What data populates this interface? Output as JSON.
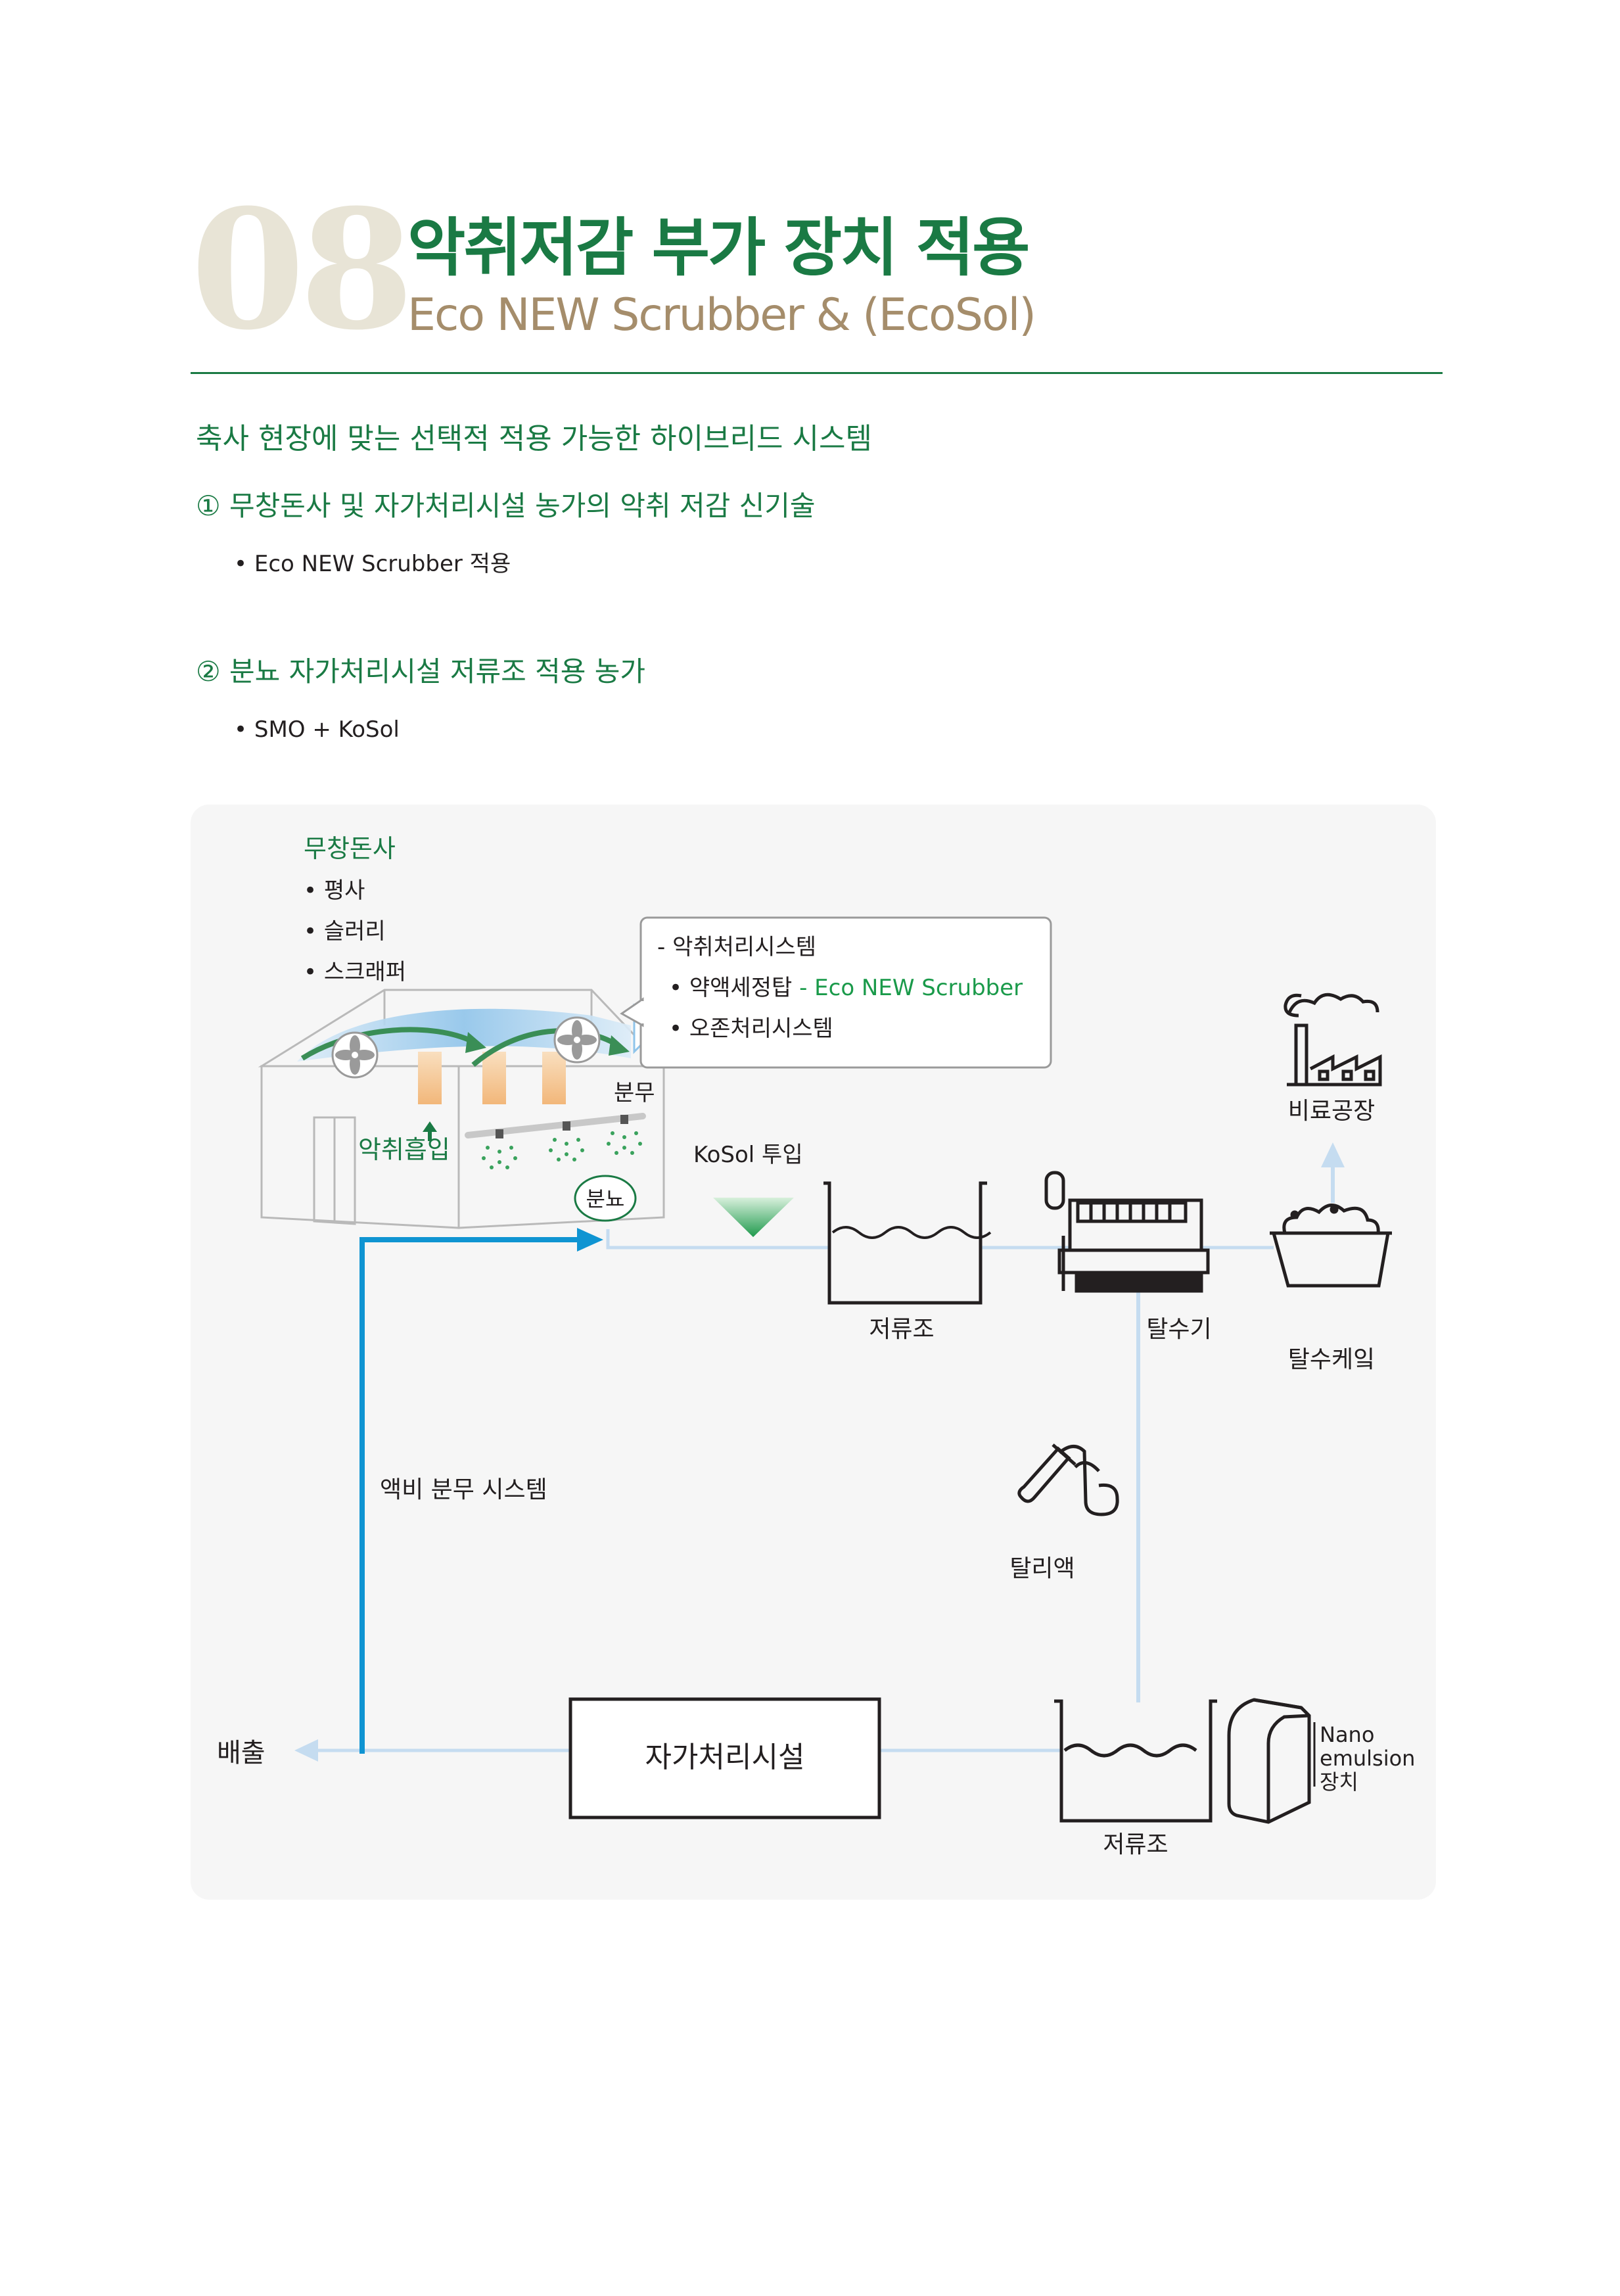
{
  "header": {
    "number": "08",
    "title_ko": "악취저감 부가 장치 적용",
    "title_en": "Eco NEW Scrubber & (EcoSol)"
  },
  "intro": {
    "lead": "축사 현장에 맞는 선택적 적용 가능한 하이브리드 시스템",
    "items": [
      {
        "label": "① 무창돈사 및 자가처리시설 농가의 악취 저감 신기술",
        "bullet": "• Eco NEW Scrubber 적용"
      },
      {
        "label": "② 분뇨 자가처리시설 저류조 적용 농가",
        "bullet": "• SMO + KoSol"
      }
    ]
  },
  "diagram": {
    "barn": {
      "title": "무창돈사",
      "items": [
        "• 평사",
        "• 슬러리",
        "• 스크래퍼"
      ],
      "odor_intake": "악취흡입",
      "spray": "분무",
      "manure": "분뇨"
    },
    "callout": {
      "line1": "- 악취처리시스템",
      "line2_prefix": "• 약액세정탑",
      "line2_highlight": " - Eco NEW Scrubber",
      "line3": "• 오존처리시스템"
    },
    "kosol_input": "KoSol 투입",
    "storage_tank_1": "저류조",
    "dehydrator": "탈수기",
    "dewatered_cake": "탈수케잌",
    "fertilizer_plant": "비료공장",
    "filtrate": "탈리액",
    "liquid_spray_system": "액비 분무 시스템",
    "self_treatment": "자가처리시설",
    "discharge": "배출",
    "storage_tank_2": "저류조",
    "nano_device": [
      "Nano",
      "emulsion",
      "장치"
    ],
    "colors": {
      "green": "#1a7a44",
      "accent_green": "#3aa25d",
      "pipe_blue": "#0f94d2",
      "light_blue": "#c5dcf0",
      "orange": "#f4c28d"
    }
  }
}
